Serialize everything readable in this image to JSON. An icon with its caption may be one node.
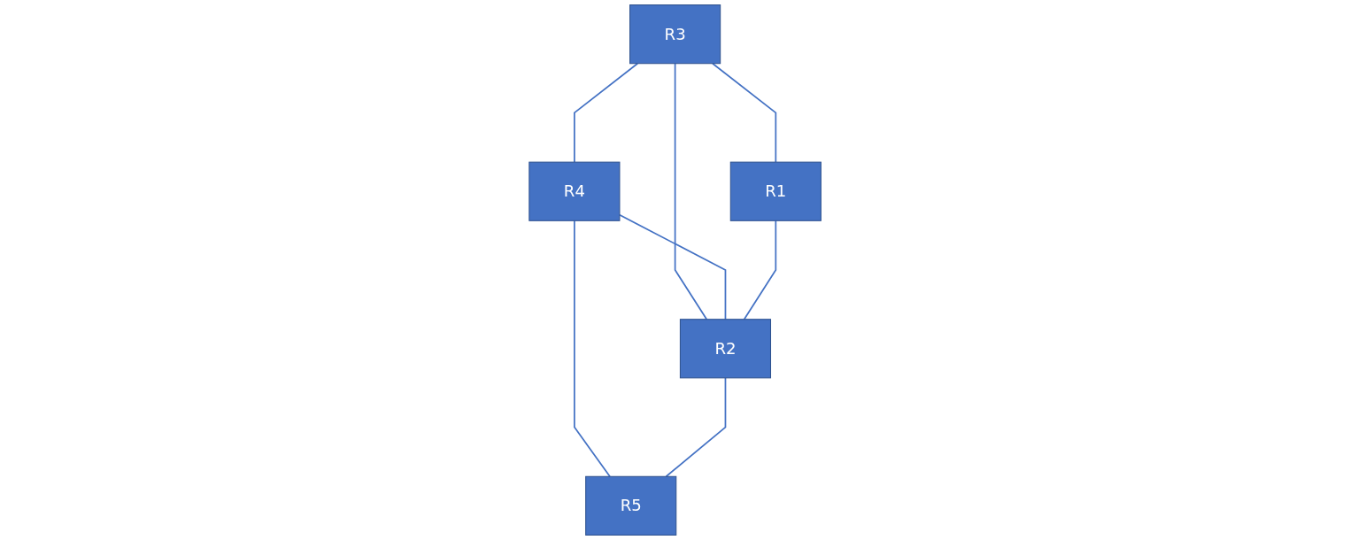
{
  "diagram": {
    "nodes": [
      {
        "text": [
          "R3"
        ]
      },
      {
        "text": [
          "R4"
        ]
      },
      {
        "text": [
          "R1"
        ]
      },
      {
        "text": [
          "R2"
        ]
      },
      {
        "text": [
          "R5"
        ]
      }
    ],
    "edges": [
      {
        "from": 0,
        "to": 1,
        "arrow": "none"
      },
      {
        "from": 0,
        "to": 2,
        "arrow": "none"
      },
      {
        "from": 0,
        "to": 3,
        "arrow": "none"
      },
      {
        "from": 1,
        "to": 3,
        "arrow": "none"
      },
      {
        "from": 1,
        "to": 4,
        "arrow": "none"
      },
      {
        "from": 2,
        "to": 3,
        "arrow": "none"
      },
      {
        "from": 3,
        "to": 4,
        "arrow": "none"
      }
    ]
  }
}
